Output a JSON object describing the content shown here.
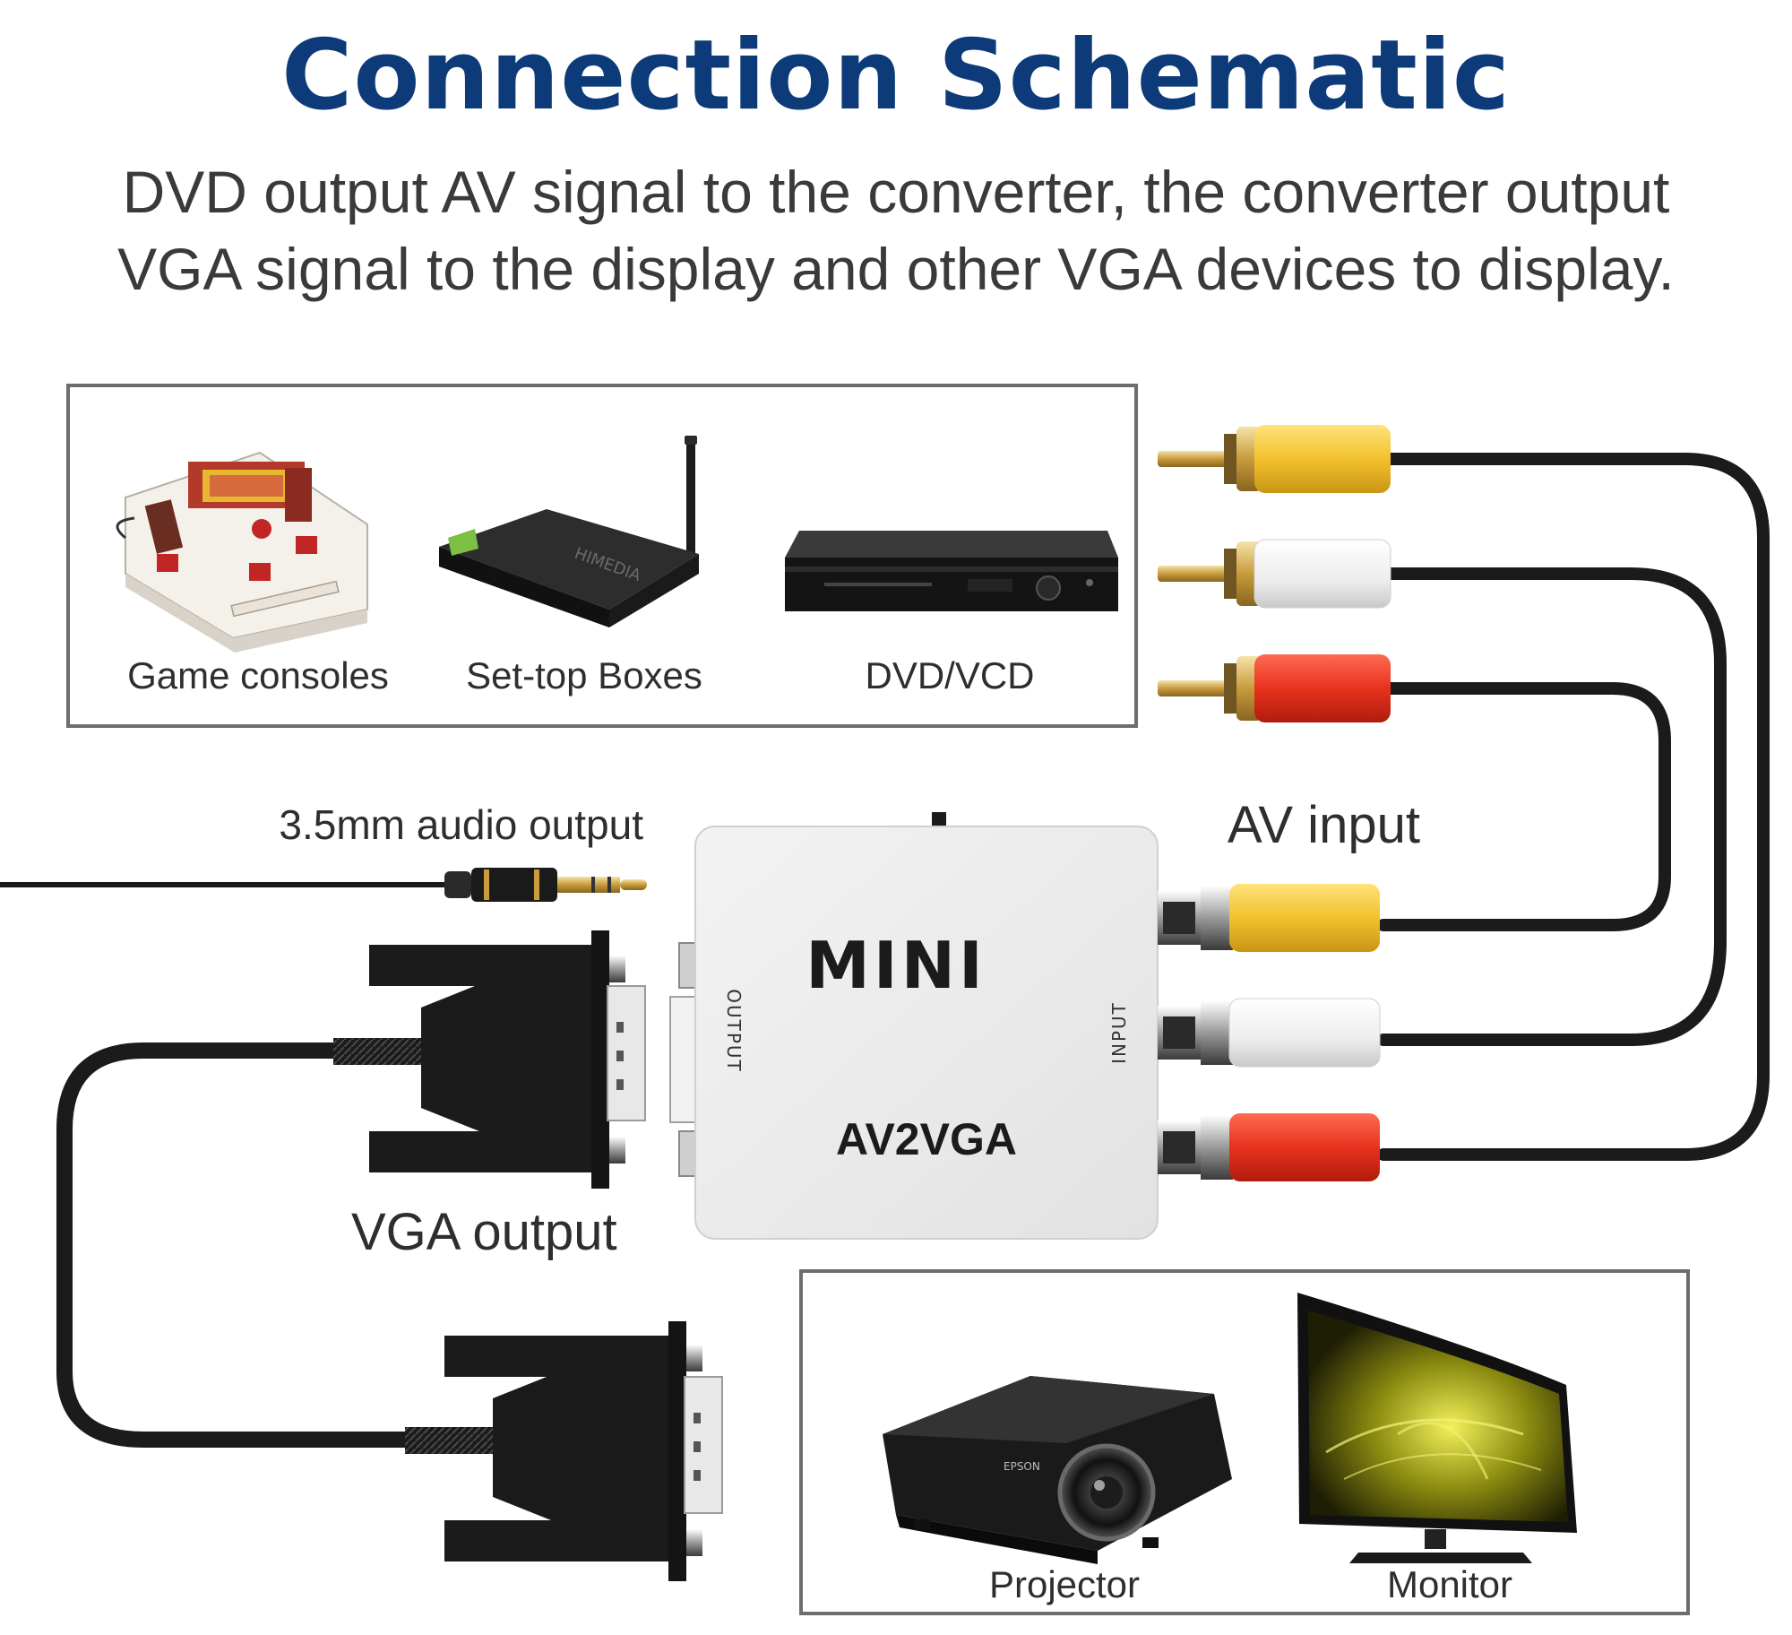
{
  "title": "Connection Schematic",
  "subtitle_lines": [
    "DVD output AV signal to the converter, the converter output",
    "VGA signal to the display and other VGA devices to display."
  ],
  "sources": [
    {
      "label": "Game consoles",
      "icon": "game-console-icon"
    },
    {
      "label": "Set-top Boxes",
      "icon": "set-top-box-icon",
      "brand": "HIMEDIA"
    },
    {
      "label": "DVD/VCD",
      "icon": "dvd-player-icon"
    }
  ],
  "displays": [
    {
      "label": "Projector",
      "icon": "projector-icon",
      "brand": "EPSON"
    },
    {
      "label": "Monitor",
      "icon": "monitor-icon"
    }
  ],
  "converter": {
    "top_text": "MINI",
    "bottom_text": "AV2VGA",
    "left_port_text": "OUTPUT",
    "right_port_text": "INPUT"
  },
  "labels": {
    "audio": "3.5mm audio output",
    "av_input": "AV input",
    "vga_output": "VGA output"
  },
  "colors": {
    "title": "#0d3a78",
    "rca_video": "#f2c12e",
    "rca_audio_left": "#f2f2f2",
    "rca_audio_right": "#e8321e",
    "cable": "#1b1b1b",
    "converter_body": "#ececec"
  }
}
